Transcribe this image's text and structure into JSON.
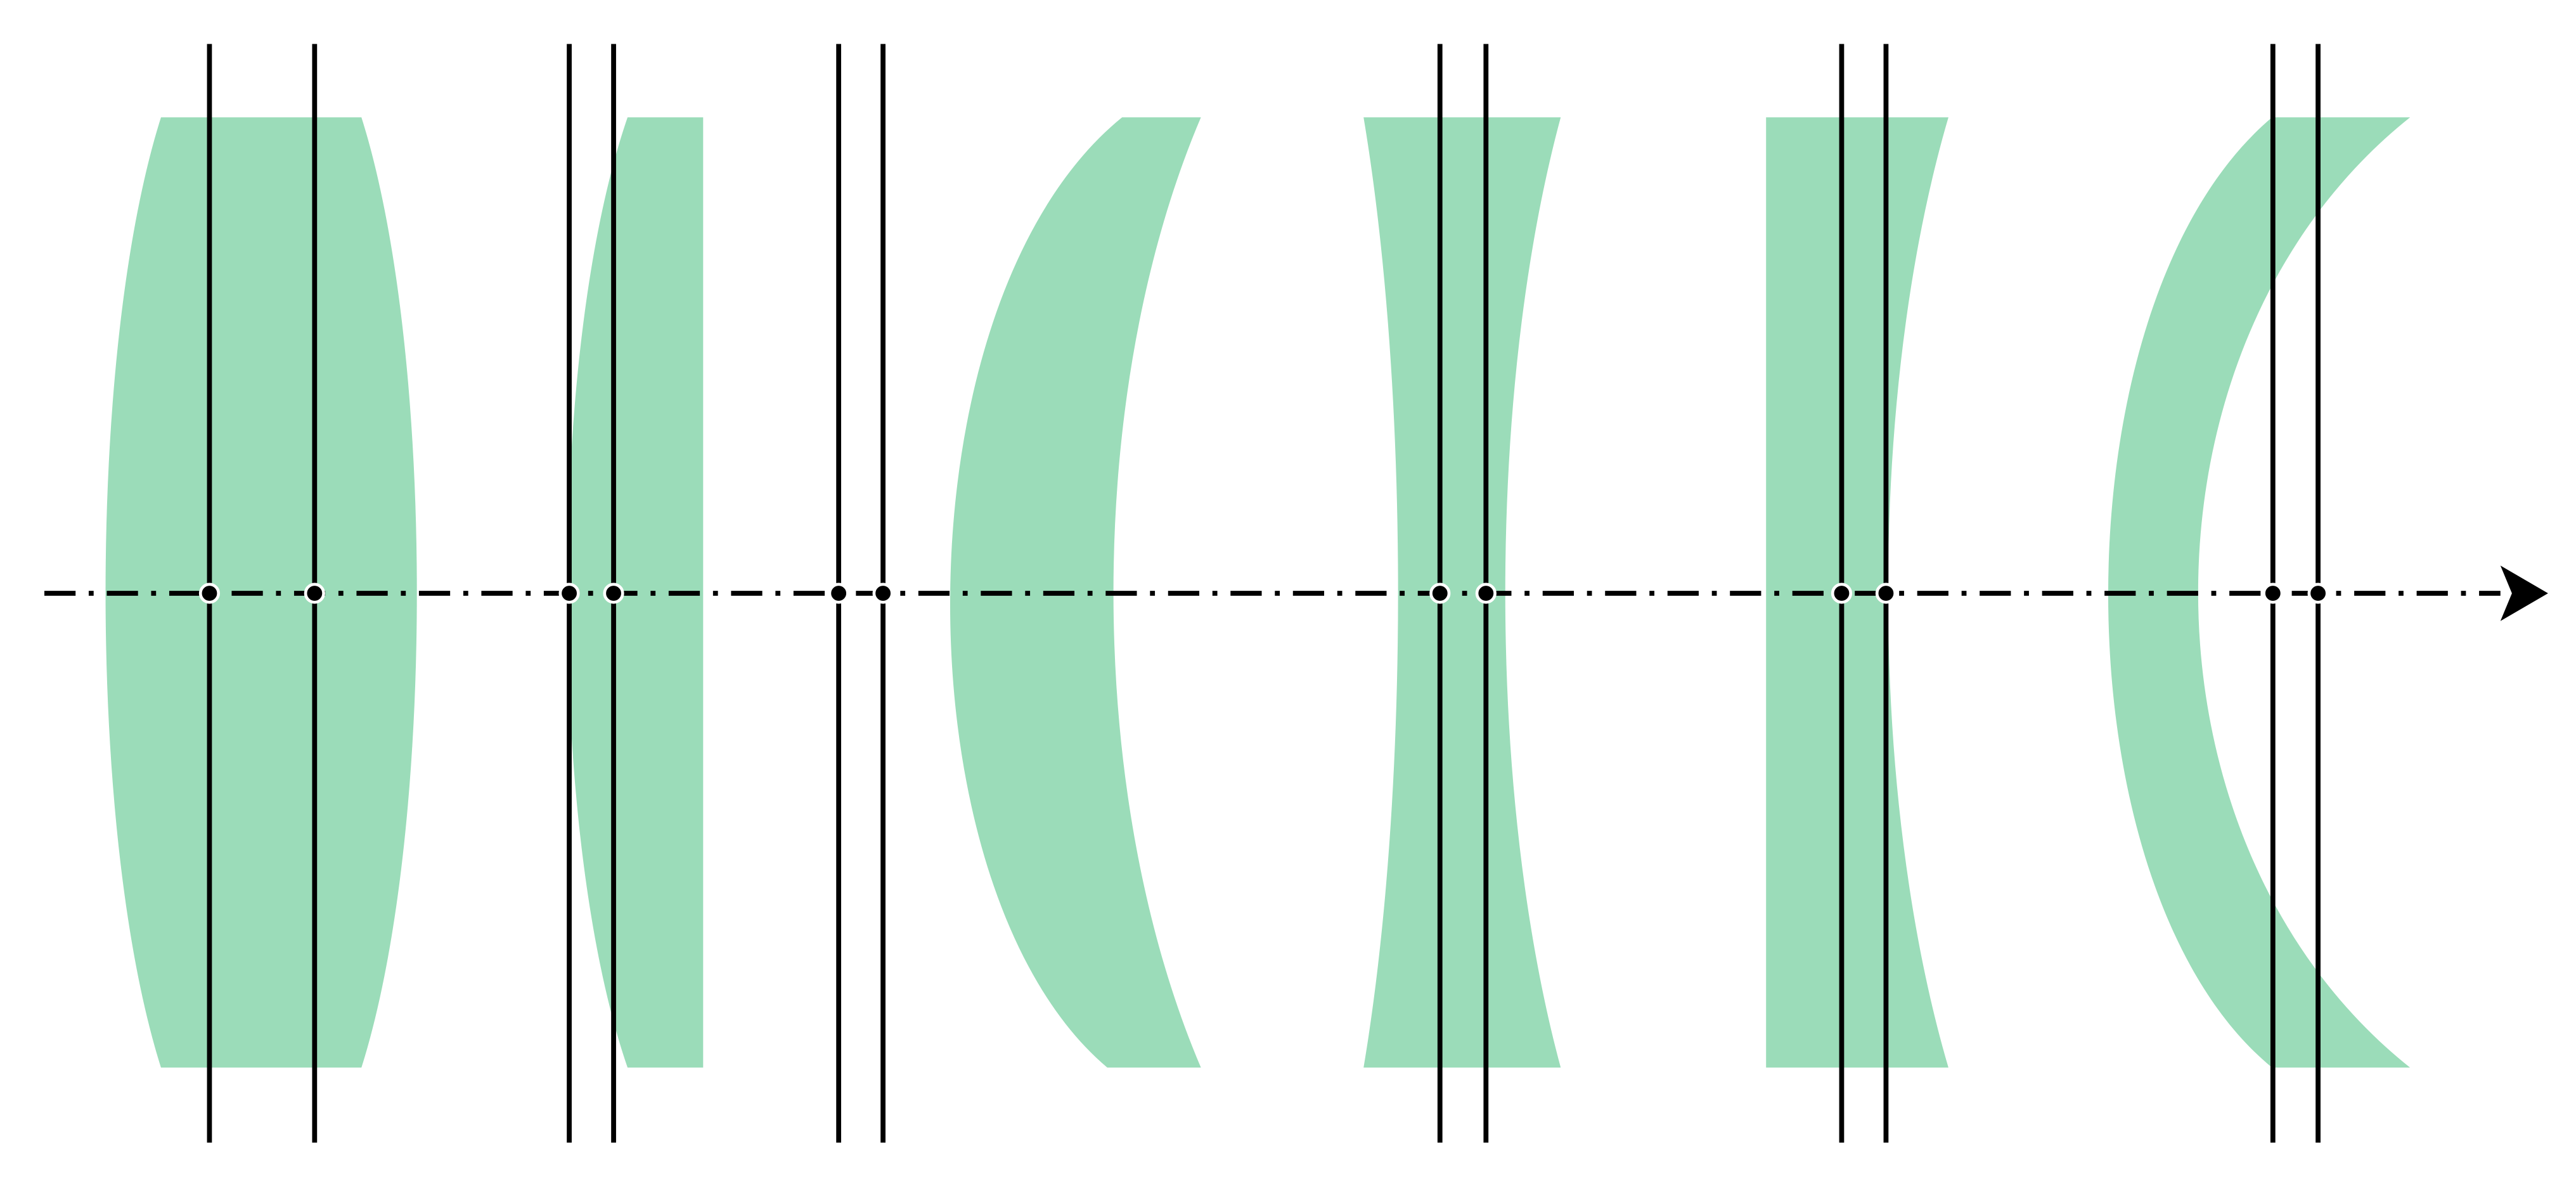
{
  "diagram": {
    "type": "lens-principal-planes",
    "lens_fill": "#9bdcb9",
    "line_color": "#000000",
    "point_fill": "#000000",
    "point_stroke": "#ffffff",
    "optical_axis": {
      "style": "dash-dot",
      "arrow": "right"
    },
    "lenses": [
      {
        "id": "biconvex",
        "shape": "biconvex"
      },
      {
        "id": "plano-convex",
        "shape": "plano-convex"
      },
      {
        "id": "positive-meniscus",
        "shape": "positive-meniscus"
      },
      {
        "id": "biconcave",
        "shape": "biconcave"
      },
      {
        "id": "plano-concave",
        "shape": "plano-concave"
      },
      {
        "id": "negative-meniscus",
        "shape": "negative-meniscus"
      }
    ]
  }
}
